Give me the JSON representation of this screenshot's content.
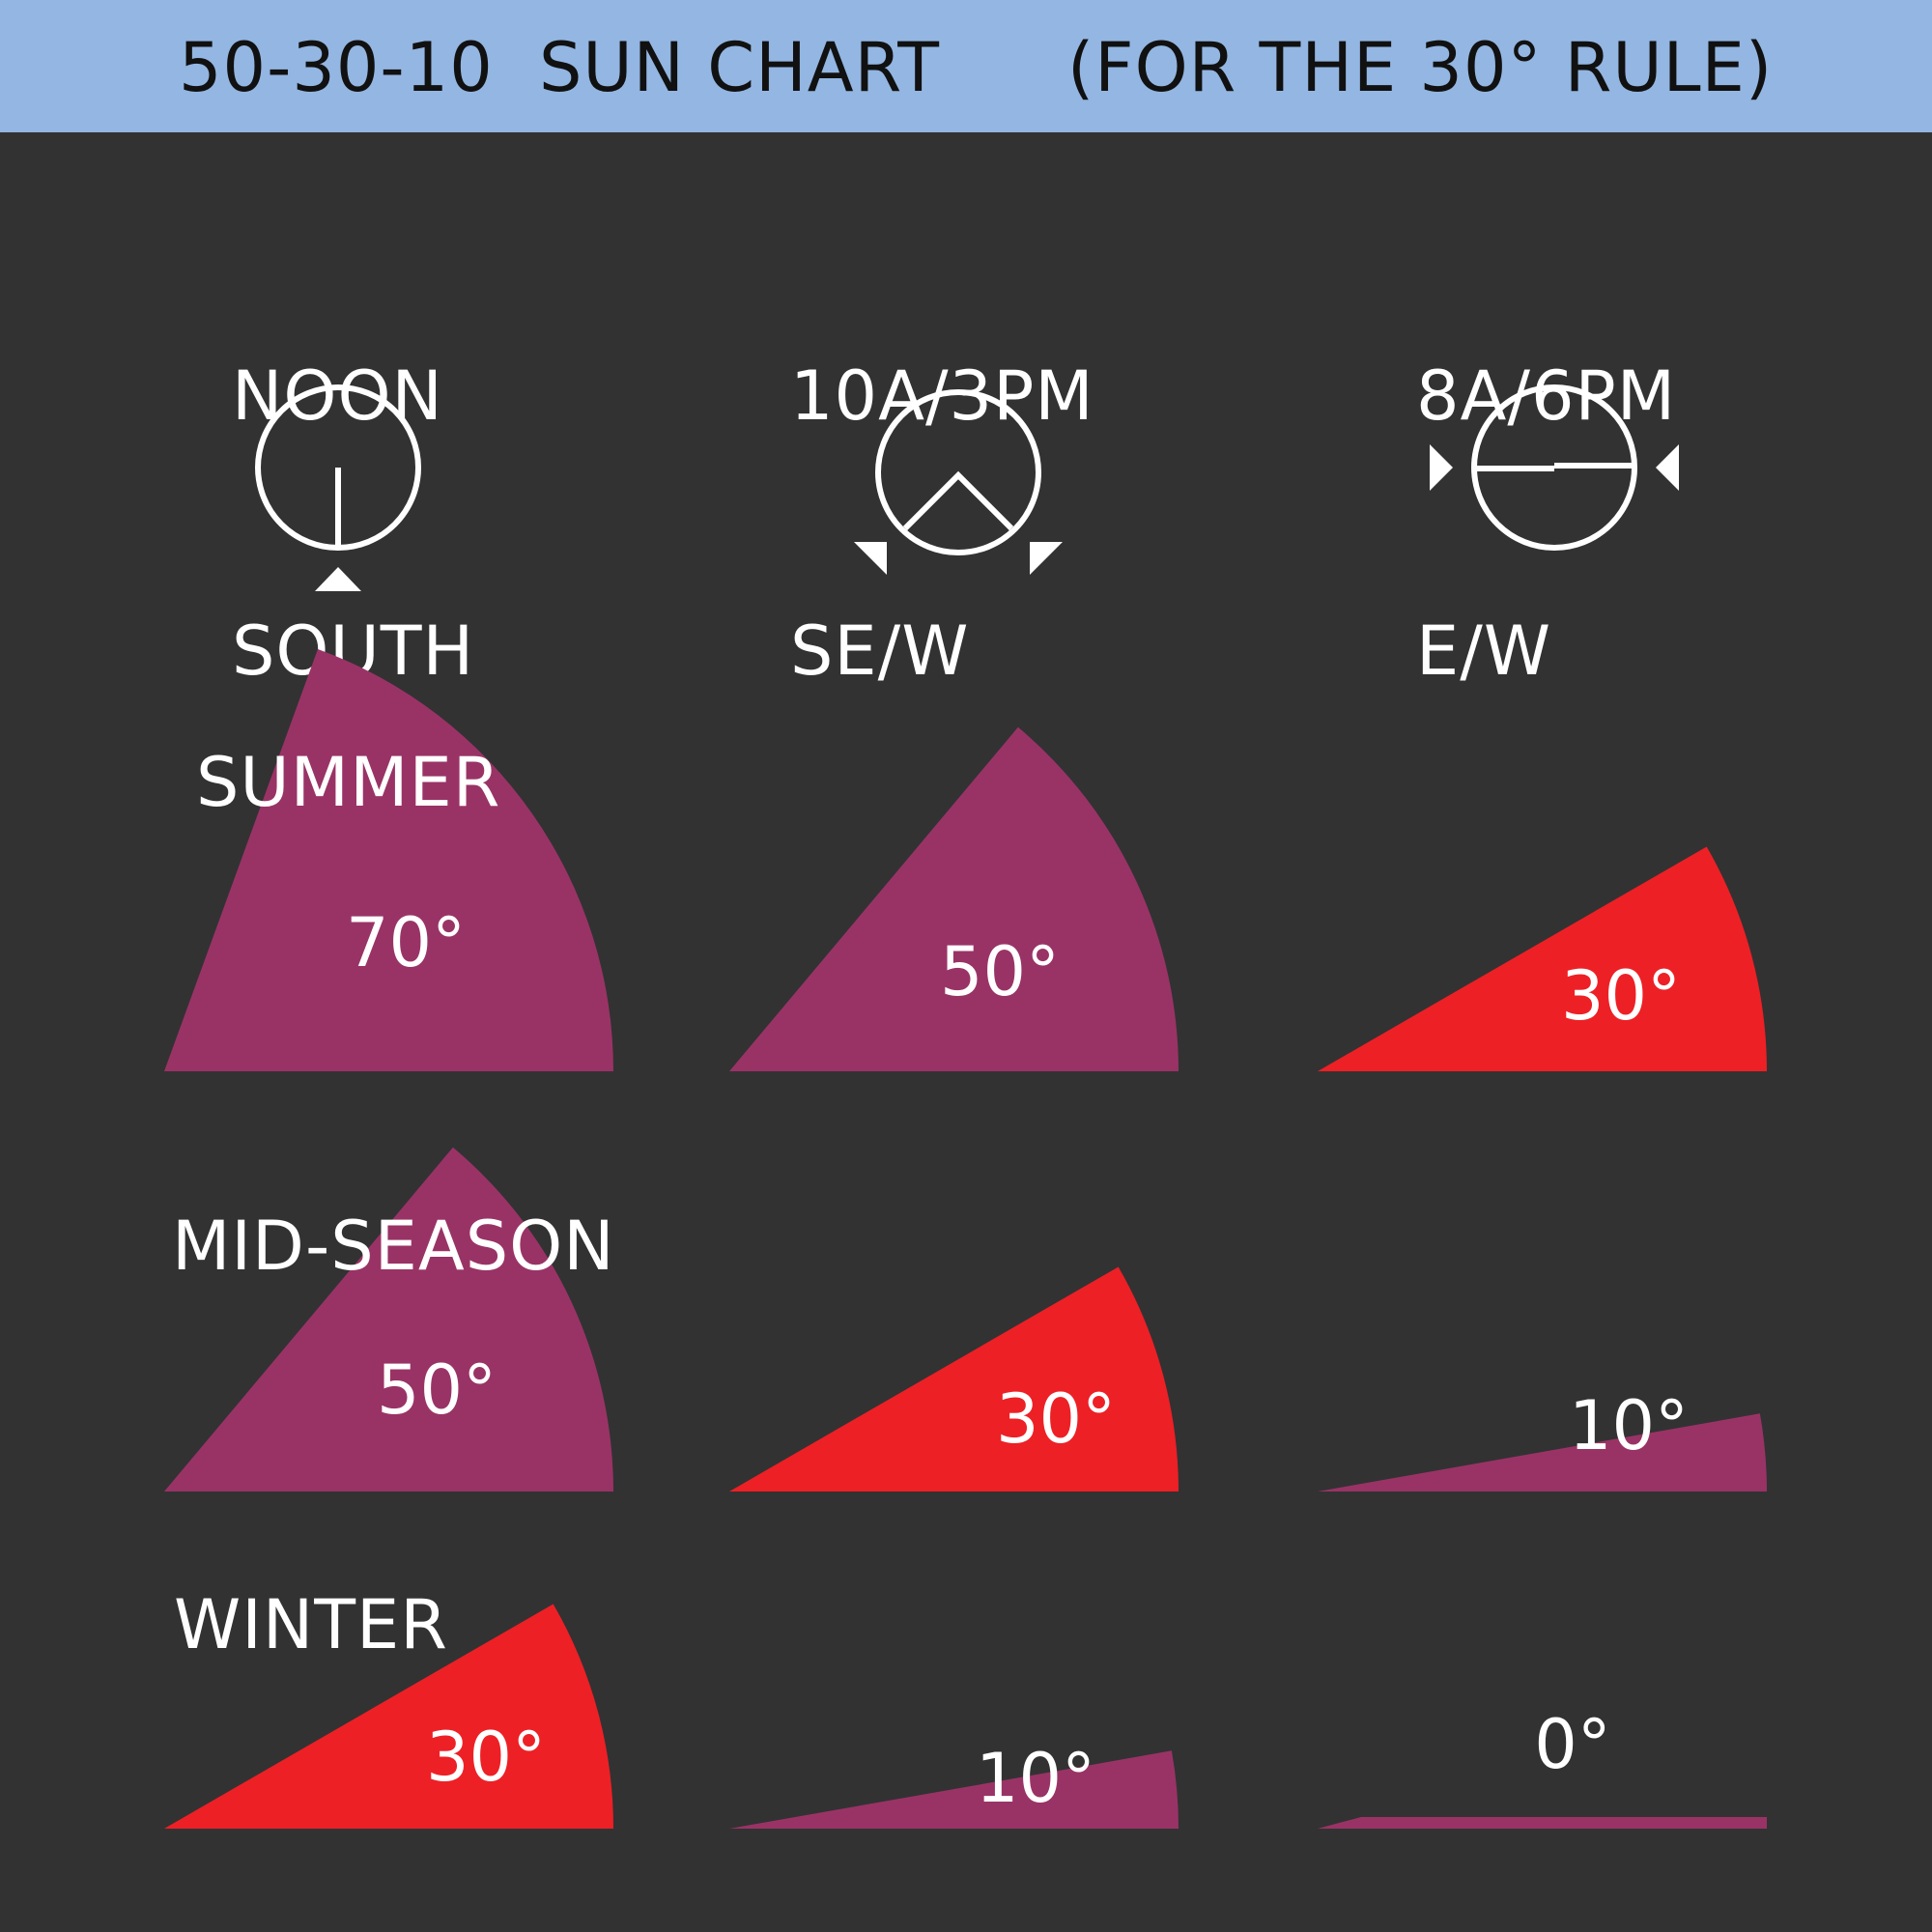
{
  "header": {
    "part1": "50-30-10",
    "part2": "SUN CHART",
    "part3": "(FOR THE 30° RULE)"
  },
  "columns": [
    {
      "line1": "NOON",
      "line2": "SOUTH",
      "icon": "compass-south-icon"
    },
    {
      "line1": "10A/3PM",
      "line2": "SE/W",
      "icon": "compass-southeast-southwest-icon"
    },
    {
      "line1": "8A/6PM",
      "line2": "E/W",
      "icon": "compass-east-west-icon"
    }
  ],
  "rows": [
    {
      "label": "SUMMER"
    },
    {
      "label": "MID-SEASON"
    },
    {
      "label": "WINTER"
    }
  ],
  "chart_data": {
    "type": "table",
    "columns": [
      "NOON SOUTH",
      "10A/3PM SE/W",
      "8A/6PM E/W"
    ],
    "rows": [
      "SUMMER",
      "MID-SEASON",
      "WINTER"
    ],
    "values": [
      [
        70,
        50,
        30
      ],
      [
        50,
        30,
        10
      ],
      [
        30,
        10,
        0
      ]
    ],
    "labels": [
      [
        "70°",
        "50°",
        "30°"
      ],
      [
        "50°",
        "30°",
        "10°"
      ],
      [
        "30°",
        "10°",
        "0°"
      ]
    ],
    "highlight_value": 30,
    "colors": {
      "default": "#993366",
      "highlight": "#ed2026",
      "background": "#323232",
      "header": "#93b6e2"
    }
  }
}
